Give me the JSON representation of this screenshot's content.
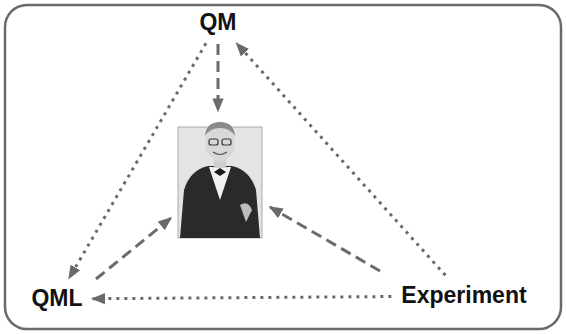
{
  "diagram": {
    "nodes": [
      {
        "text": [
          "QM"
        ]
      },
      {
        "text": [
          "QML"
        ]
      },
      {
        "text": [
          "Experiment"
        ]
      }
    ],
    "edges": [
      {
        "from": 0,
        "to": 1,
        "arrow": "to"
      },
      {
        "from": 2,
        "to": 0,
        "arrow": "to"
      },
      {
        "from": 2,
        "to": 1,
        "arrow": "to"
      }
    ]
  }
}
